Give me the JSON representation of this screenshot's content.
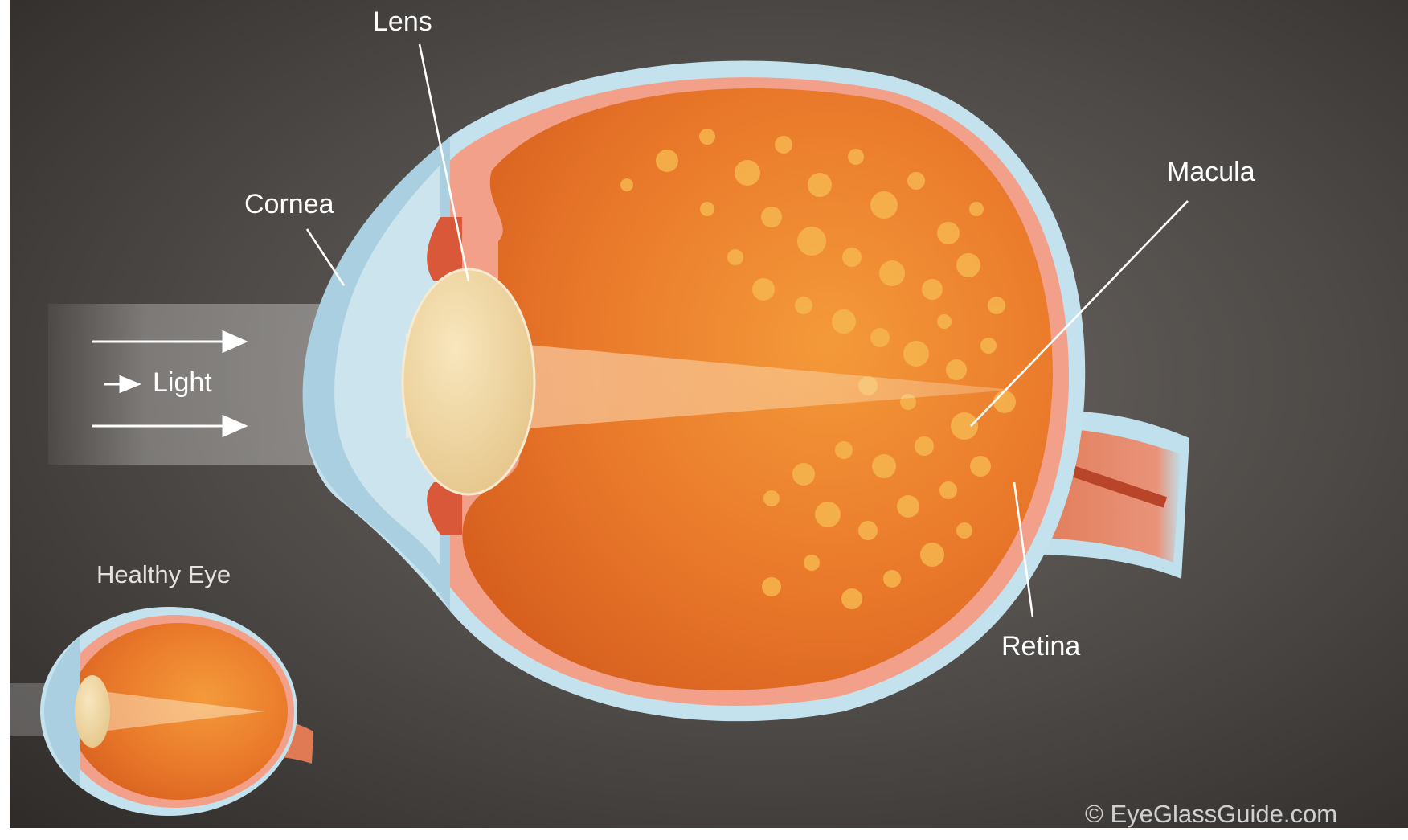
{
  "labels": {
    "lens": "Lens",
    "cornea": "Cornea",
    "macula": "Macula",
    "retina": "Retina",
    "light": "Light",
    "healthy_eye": "Healthy Eye"
  },
  "credit": "© EyeGlassGuide.com",
  "colors": {
    "background": "#4a4643",
    "eye_interior": "#e8782c",
    "deposits": "#f6b64f",
    "sclera": "#bfe0ec",
    "lens": "#f1d9a8",
    "label_text": "#ffffff"
  }
}
